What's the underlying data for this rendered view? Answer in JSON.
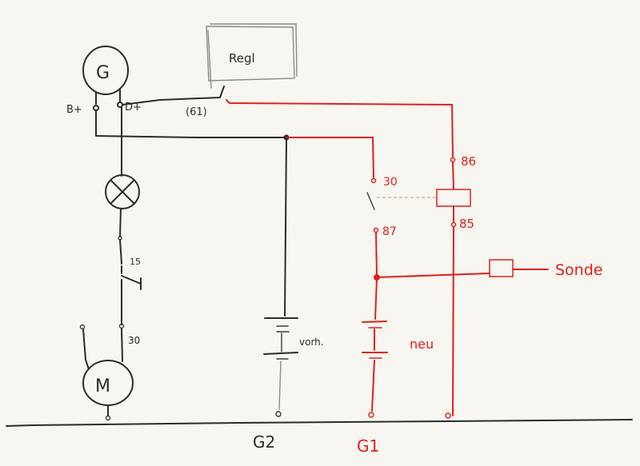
{
  "labels": {
    "generator": "G",
    "motor": "M",
    "regulator": "Regl",
    "b_plus": "B+",
    "d_plus": "D+",
    "term_61": "(61)",
    "term_15": "15",
    "term_30_left": "30",
    "term_30_relay": "30",
    "term_87": "87",
    "term_86": "86",
    "term_85": "85",
    "battery_front": "vorh.",
    "battery_new": "neu",
    "sensor": "Sonde",
    "ground_g2": "G2",
    "ground_g1": "G1"
  },
  "colors": {
    "existing_wiring": "#2b2b2b",
    "new_wiring": "#e0201b",
    "paper": "#f7f6f1"
  }
}
